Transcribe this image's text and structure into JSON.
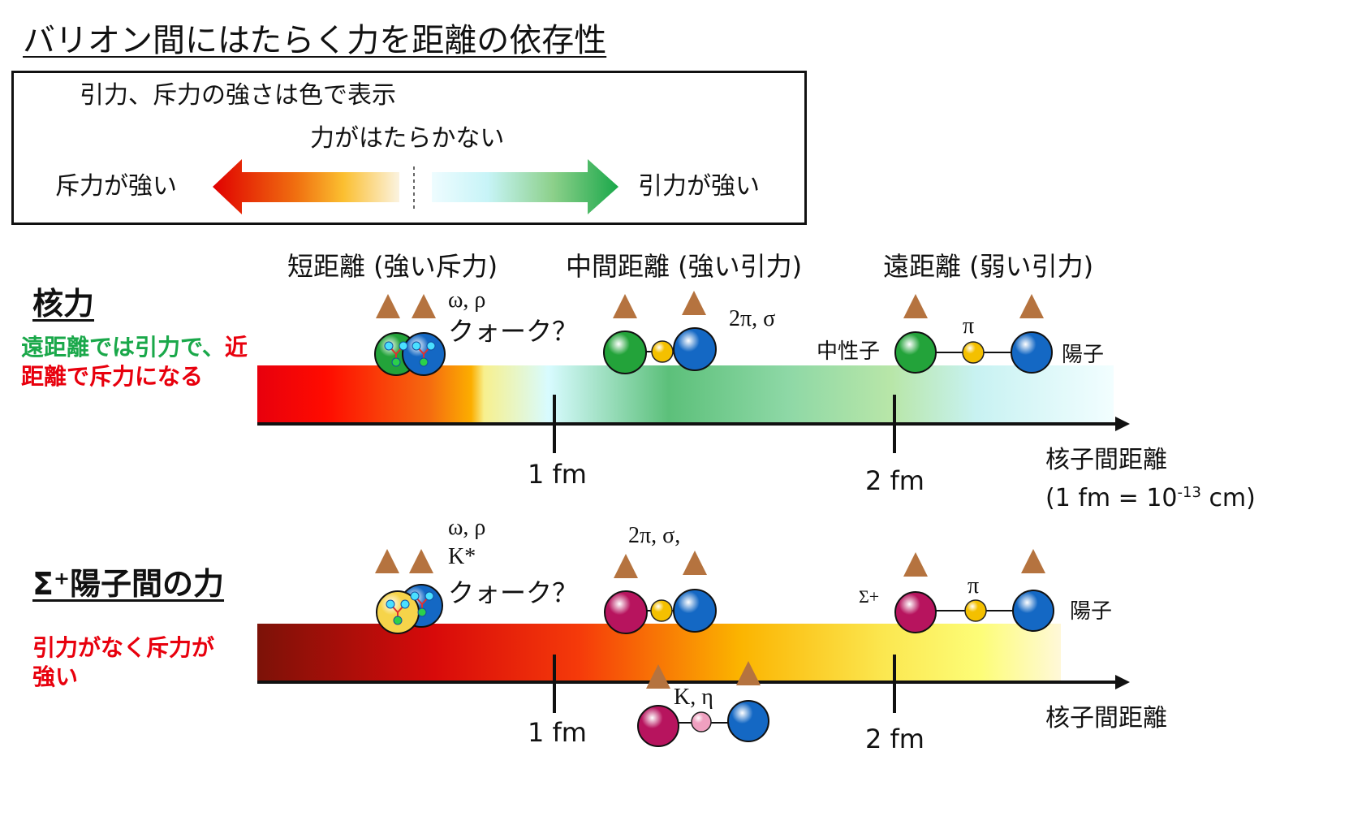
{
  "title": "バリオン間にはたらく力を距離の依存性",
  "legend": {
    "heading": "引力、斥力の強さは色で表示",
    "no_force": "力がはたらかない",
    "repulsion_strong": "斥力が強い",
    "attraction_strong": "引力が強い"
  },
  "colors": {
    "red": "#e8000d",
    "orange": "#fca600",
    "light_cyan": "#d8fbff",
    "green": "#1aa84a",
    "dark_red": "#7c1208",
    "yellow": "#fdfd78",
    "neutron": "#23a33a",
    "proton": "#1468c4",
    "sigma": "#b7145e",
    "meson": "#f4c000",
    "kaon": "#f0a0c0",
    "arrow": "#b5733f"
  },
  "nuclear": {
    "heading": "核力",
    "note_green": "遠距離では引力で、",
    "note_red": "近距離で斥力になる",
    "range_short": "短距離 (強い斥力)",
    "range_mid": "中間距離 (強い引力)",
    "range_long": "遠距離 (弱い引力)",
    "exchange_short": "ω, ρ",
    "quark": "クォーク？",
    "exchange_mid": "2π, σ",
    "exchange_long": "π",
    "neutron": "中性子",
    "proton": "陽子",
    "tick_1": "1 fm",
    "tick_2": "2 fm",
    "axis_label": "核子間距離",
    "unit_prefix": "(1 fm = 10",
    "unit_exp": "-13",
    "unit_suffix": " cm)"
  },
  "sigma": {
    "heading": "Σ⁺陽子間の力",
    "note": "引力がなく斥力が強い",
    "exchange_short_1": "ω, ρ",
    "exchange_short_2": "K*",
    "quark": "クォーク？",
    "exchange_mid": "2π, σ,",
    "exchange_long": "π",
    "exchange_k": "K, η",
    "sigma_label": "Σ+",
    "proton": "陽子",
    "tick_1": "1 fm",
    "tick_2": "2 fm",
    "axis_label": "核子間距離"
  }
}
